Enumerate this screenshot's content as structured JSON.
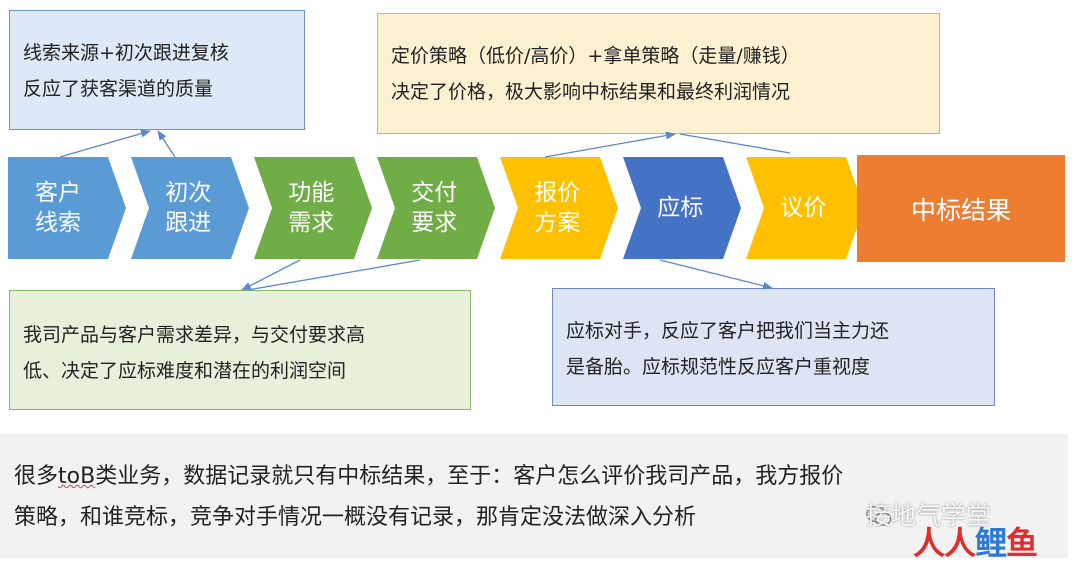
{
  "notes": {
    "top_left": [
      "线索来源+初次跟进复核",
      "反应了获客渠道的质量"
    ],
    "top_right": [
      "定价策略（低价/高价）+拿单策略（走量/赚钱）",
      "决定了价格，极大影响中标结果和最终利润情况"
    ],
    "bottom_left": [
      "我司产品与客户需求差异，与交付要求高",
      "低、决定了应标难度和潜在的利润空间"
    ],
    "bottom_right": [
      "应标对手，反应了客户把我们当主力还",
      "是备胎。应标规范性反应客户重视度"
    ]
  },
  "stages": [
    {
      "label": "客户\n线索",
      "color": "#5b9bd5"
    },
    {
      "label": "初次\n跟进",
      "color": "#5b9bd5"
    },
    {
      "label": "功能\n需求",
      "color": "#70ad47"
    },
    {
      "label": "交付\n要求",
      "color": "#70ad47"
    },
    {
      "label": "报价\n方案",
      "color": "#ffc000"
    },
    {
      "label": "应标",
      "color": "#4472c4"
    },
    {
      "label": "议价",
      "color": "#ffc000"
    }
  ],
  "final": {
    "label": "中标结果",
    "color": "#ed7d31"
  },
  "summary": {
    "line1_pre": "很多",
    "line1_mark": "toB",
    "line1_post": "类业务，数据记录就只有中标结果，至于：客户怎么评价我司产品，我方报价",
    "line2": "策略，和谁竞标，竞争对手情况一概没有记录，那肯定没法做深入分析"
  },
  "watermark": {
    "text": "接地气学堂",
    "logo_a": "人人",
    "logo_b": "鲤",
    "logo_c": "鱼"
  }
}
